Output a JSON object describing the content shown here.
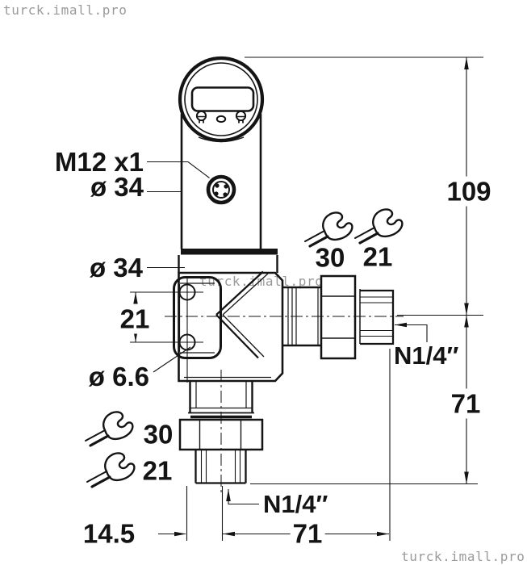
{
  "watermark": {
    "text": "turck.imall.pro",
    "color": "#9a9a9a"
  },
  "labels": {
    "thread_connector": "M12 x1",
    "diameter_head": "ø 34",
    "diameter_body": "ø 34",
    "diameter_mounting_hole": "ø 6.6",
    "process_connection_side": "N1/4″",
    "process_connection_bottom": "N1/4″"
  },
  "dimensions": {
    "overall_height_mm": "109",
    "lower_height_mm": "71",
    "hole_spacing_mm": "21",
    "bottom_port_offset_mm": "14.5",
    "bottom_length_mm": "71"
  },
  "wrench_sizes": {
    "top_outer": "30",
    "top_inner": "21",
    "bottom_outer": "30",
    "bottom_inner": "21"
  },
  "icons": {
    "wrench": "open-end-wrench",
    "connector": "m12-connector-face",
    "display": "lcd-display-with-buttons"
  },
  "colors": {
    "line": "#141414",
    "background": "#ffffff",
    "watermark": "#9a9a9a"
  }
}
